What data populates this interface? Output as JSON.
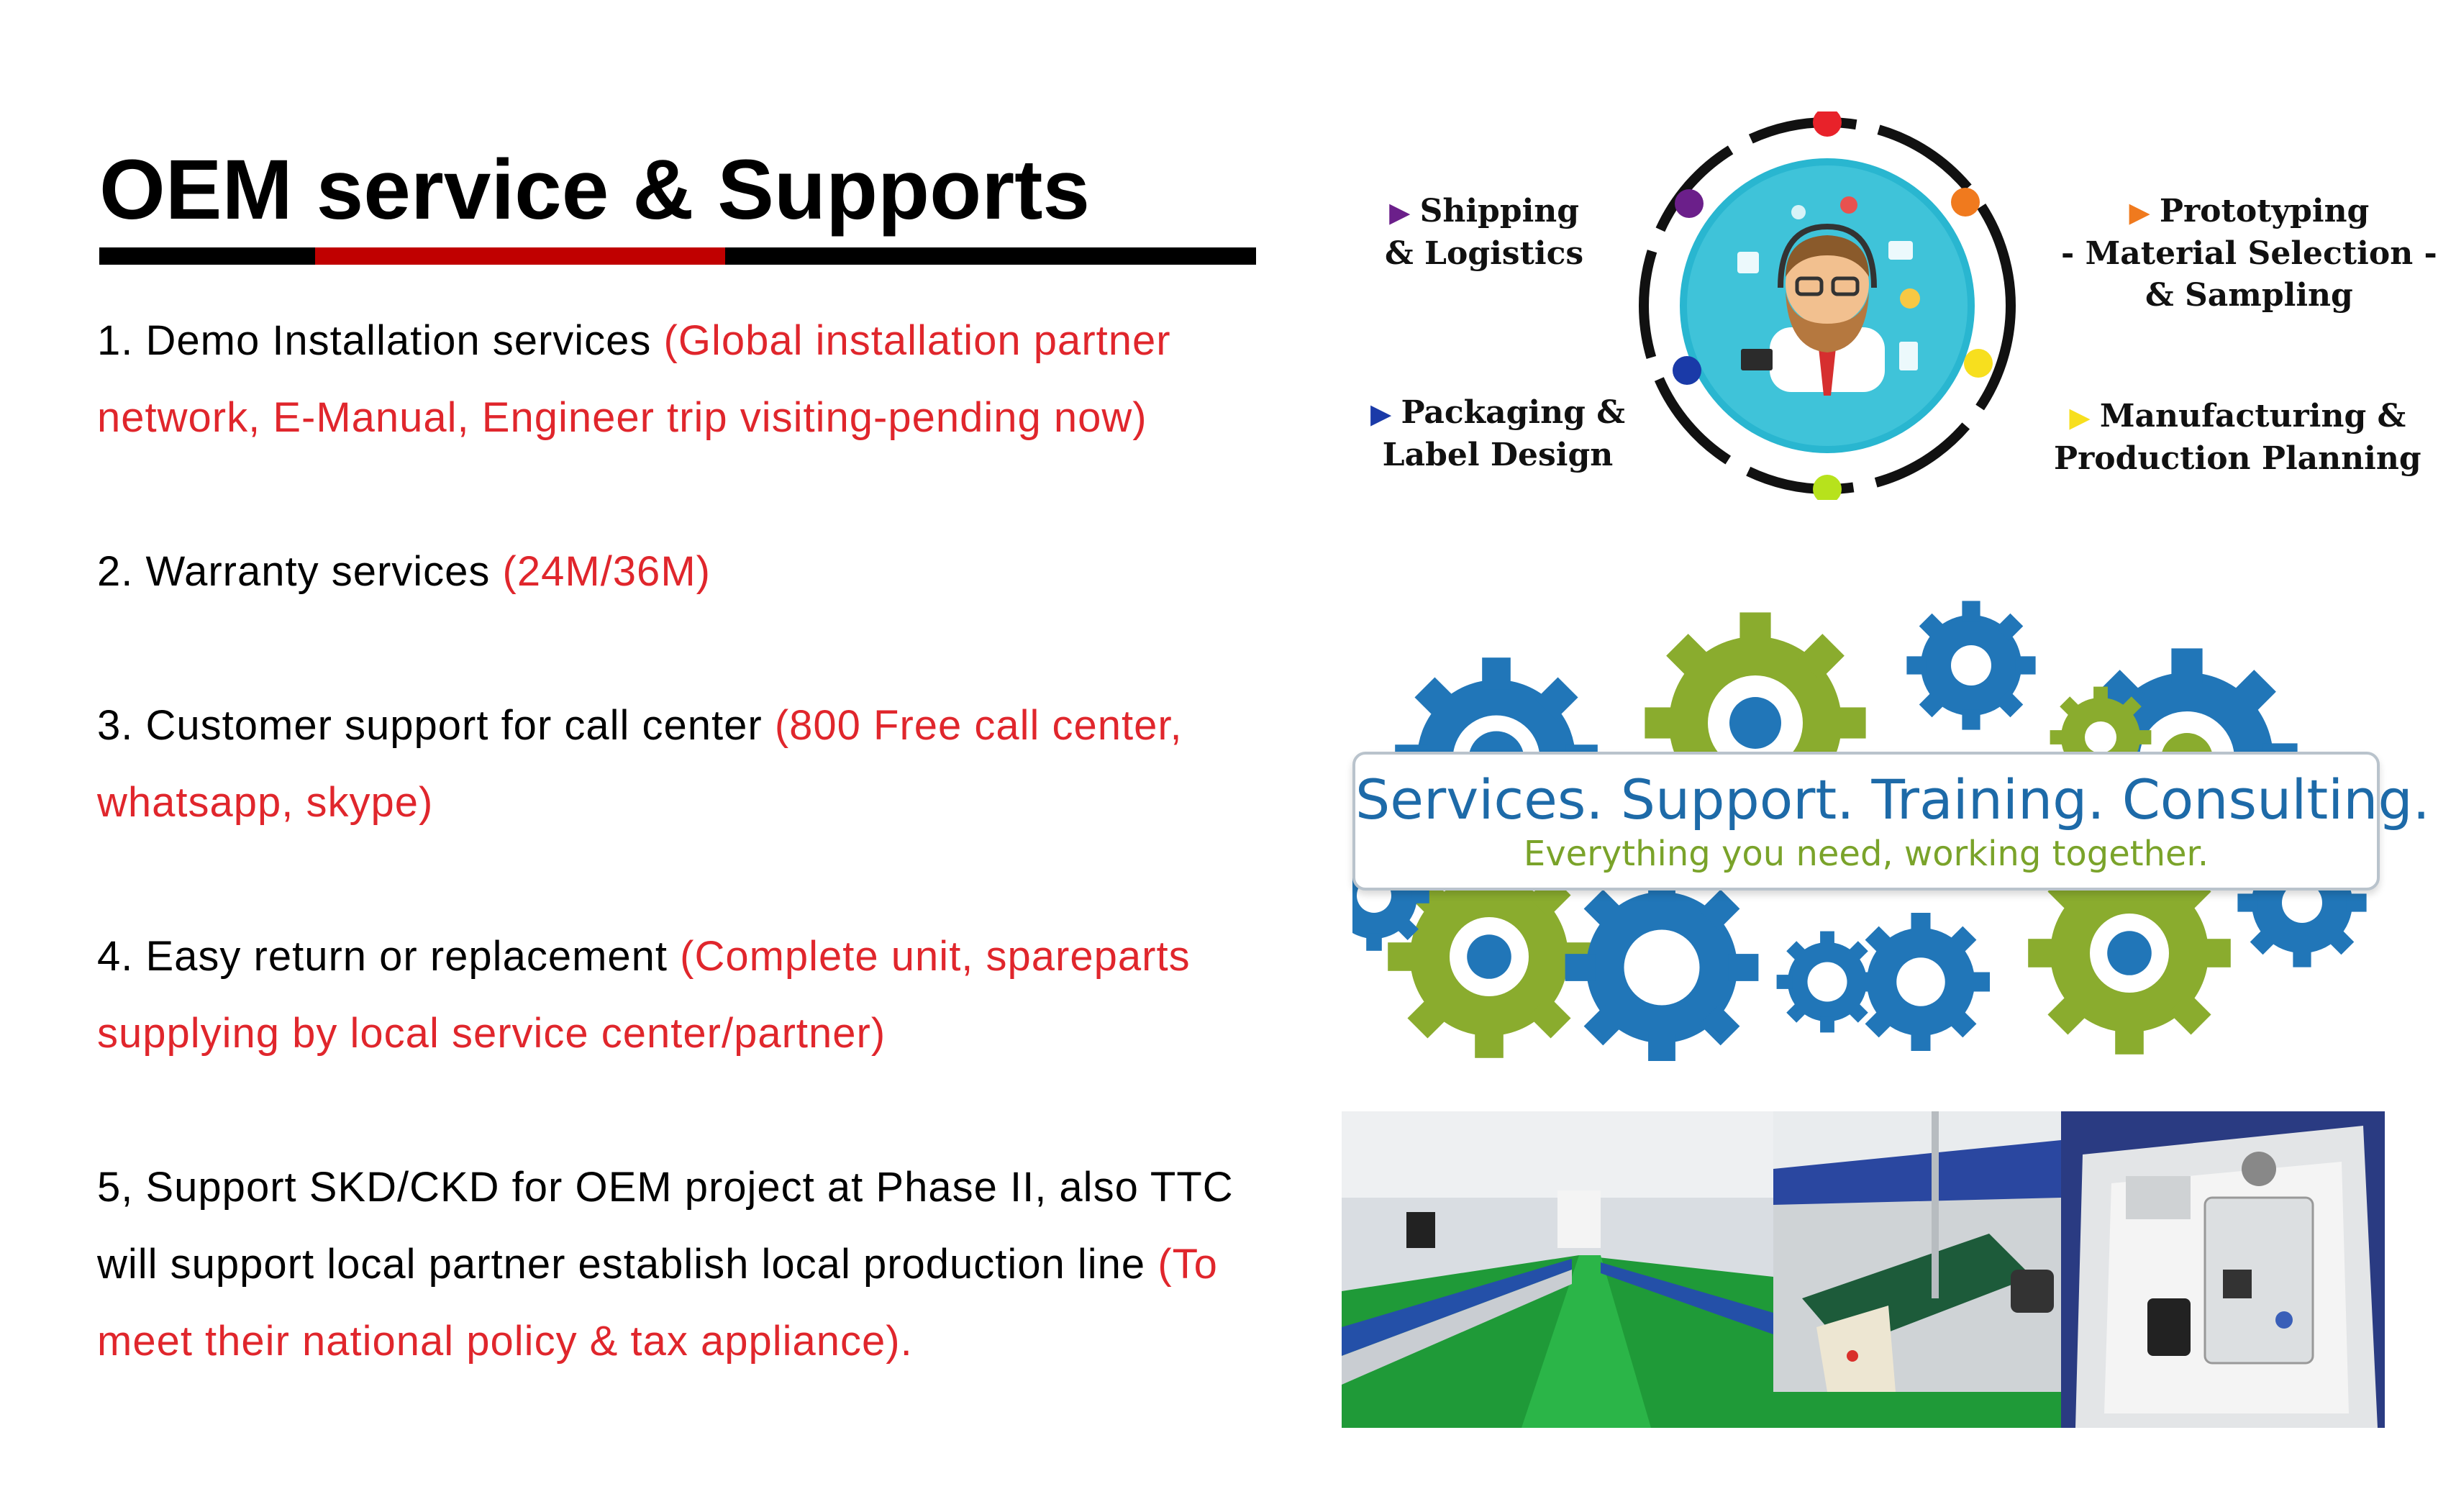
{
  "page": {
    "title": "OEM service & Supports"
  },
  "items": [
    {
      "text": "1. Demo Installation services  ",
      "detail": "(Global installation partner network, E-Manual, Engineer trip visiting-pending now)"
    },
    {
      "text": "2. Warranty services ",
      "detail": "(24M/36M)"
    },
    {
      "text": "3. Customer support for call center ",
      "detail": "(800 Free call center, whatsapp, skype)"
    },
    {
      "text": "4. Easy return or replacement ",
      "detail": "(Complete unit, spareparts supplying by local service center/partner)"
    },
    {
      "text": "5, Support SKD/CKD for OEM project at Phase II, also TTC will support local partner establish local production line ",
      "detail": "(To meet their national policy & tax appliance)."
    }
  ],
  "infographic": {
    "shipping": [
      "Shipping",
      "& Logistics"
    ],
    "prototyping": [
      "Prototyping",
      "- Material Selection -",
      "& Sampling"
    ],
    "packaging": [
      "Packaging &",
      "Label Design"
    ],
    "manufacturing": [
      "Manufacturing &",
      "Production Planning"
    ]
  },
  "gears_banner": {
    "main": "Services. Support. Training. Consulting.",
    "sub": "Everything you need, working together."
  },
  "colors": {
    "accent_red": "#e0262c",
    "rule_red": "#c00000",
    "gear_blue": "#2176b8",
    "gear_green": "#8aac2e"
  }
}
